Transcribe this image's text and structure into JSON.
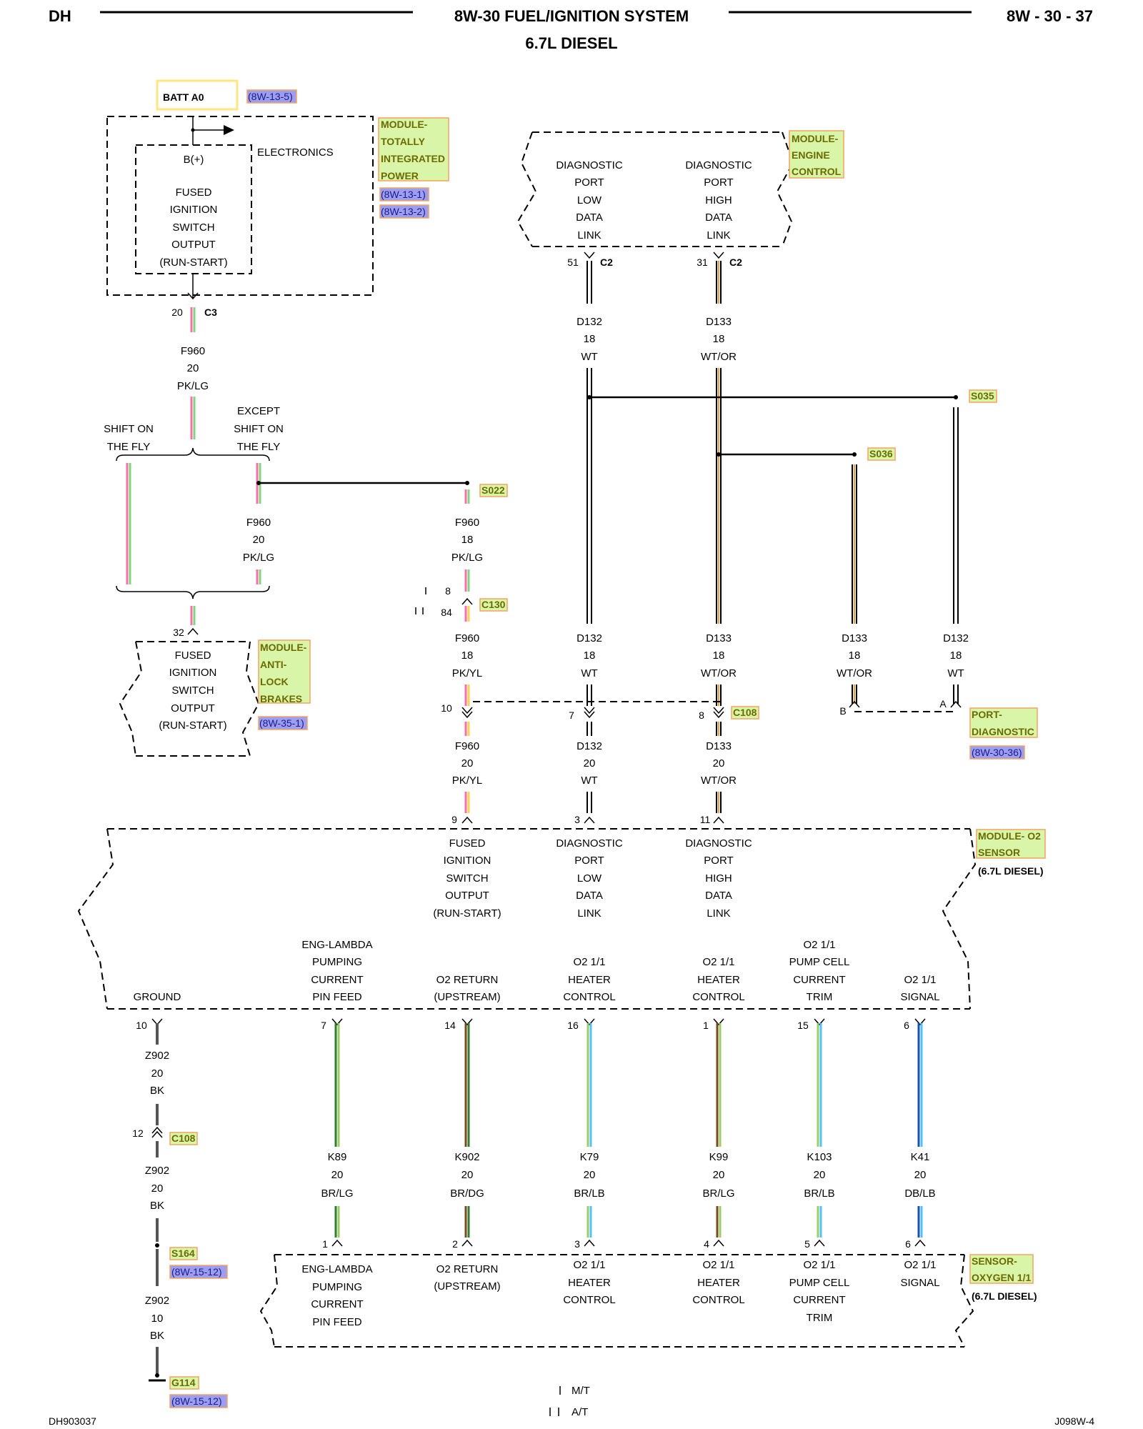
{
  "header": {
    "left": "DH",
    "title": "8W-30 FUEL/IGNITION SYSTEM",
    "subtitle": "6.7L DIESEL",
    "page": "8W - 30 - 37"
  },
  "footer": {
    "left": "DH903037",
    "right": "J098W-4"
  },
  "legend": {
    "mt": "M/T",
    "at": "A/T"
  },
  "colors": {
    "orange_box": "#f4a460",
    "green_fill": "#d9f5a8",
    "ref_fill": "#9e9ef0",
    "yellow_box": "#ffe680"
  },
  "tipm": {
    "batt": "BATT A0",
    "batt_ref": "(8W-13-5)",
    "electronics": "ELECTRONICS",
    "bplus": "B(+)",
    "fused": [
      "FUSED",
      "IGNITION",
      "SWITCH",
      "OUTPUT",
      "(RUN-START)"
    ],
    "name": [
      "MODULE-",
      "TOTALLY",
      "INTEGRATED",
      "POWER"
    ],
    "refs": [
      "(8W-13-1)",
      "(8W-13-2)"
    ],
    "pin": "20",
    "conn": "C3"
  },
  "ecm": {
    "name": [
      "MODULE-",
      "ENGINE",
      "CONTROL"
    ],
    "low": [
      "DIAGNOSTIC",
      "PORT",
      "LOW",
      "DATA",
      "LINK"
    ],
    "high": [
      "DIAGNOSTIC",
      "PORT",
      "HIGH",
      "DATA",
      "LINK"
    ],
    "pin_low": "51",
    "pin_high": "31",
    "conn": "C2"
  },
  "wires": {
    "f960_top": [
      "F960",
      "20",
      "PK/LG"
    ],
    "f960_mid": [
      "F960",
      "20",
      "PK/LG"
    ],
    "f960_18": [
      "F960",
      "18",
      "PK/LG"
    ],
    "f960_yl18": [
      "F960",
      "18",
      "PK/YL"
    ],
    "f960_yl20": [
      "F960",
      "20",
      "PK/YL"
    ],
    "d132_top": [
      "D132",
      "18",
      "WT"
    ],
    "d133_top": [
      "D133",
      "18",
      "WT/OR"
    ],
    "d132_mid": [
      "D132",
      "18",
      "WT"
    ],
    "d133_mid": [
      "D133",
      "18",
      "WT/OR"
    ],
    "d133_port": [
      "D133",
      "18",
      "WT/OR"
    ],
    "d132_port": [
      "D132",
      "18",
      "WT"
    ],
    "d132_bot": [
      "D132",
      "20",
      "WT"
    ],
    "d133_bot": [
      "D133",
      "20",
      "WT/OR"
    ],
    "z902_a": [
      "Z902",
      "20",
      "BK"
    ],
    "z902_b": [
      "Z902",
      "20",
      "BK"
    ],
    "z902_c": [
      "Z902",
      "10",
      "BK"
    ],
    "k89": [
      "K89",
      "20",
      "BR/LG"
    ],
    "k902": [
      "K902",
      "20",
      "BR/DG"
    ],
    "k79": [
      "K79",
      "20",
      "BR/LB"
    ],
    "k99": [
      "K99",
      "20",
      "BR/LG"
    ],
    "k103": [
      "K103",
      "20",
      "BR/LB"
    ],
    "k41": [
      "K41",
      "20",
      "DB/LB"
    ]
  },
  "branch": {
    "shift_on": [
      "SHIFT ON",
      "THE FLY"
    ],
    "except": [
      "EXCEPT",
      "SHIFT ON",
      "THE FLY"
    ]
  },
  "splices": {
    "s022": "S022",
    "s035": "S035",
    "s036": "S036",
    "s164": "S164",
    "g114": "G114",
    "s164_ref": "(8W-15-12)",
    "g114_ref": "(8W-15-12)"
  },
  "c130": {
    "name": "C130",
    "pin_a": "8",
    "pin_b": "84"
  },
  "c108": {
    "name": "C108",
    "pin_f960": "10",
    "pin_d132": "7",
    "pin_d133": "8",
    "pin_z902": "12"
  },
  "abs": {
    "pin": "32",
    "fused": [
      "FUSED",
      "IGNITION",
      "SWITCH",
      "OUTPUT",
      "(RUN-START)"
    ],
    "name": [
      "MODULE-",
      "ANTI-",
      "LOCK",
      "BRAKES"
    ],
    "ref": "(8W-35-1)"
  },
  "port": {
    "name": [
      "PORT-",
      "DIAGNOSTIC"
    ],
    "ref": "(8W-30-36)",
    "pin_b": "B",
    "pin_a": "A"
  },
  "o2module": {
    "name": [
      "MODULE- O2",
      "SENSOR"
    ],
    "engine": "(6.7L DIESEL)",
    "top_pins": [
      "9",
      "3",
      "11"
    ],
    "fused": [
      "FUSED",
      "IGNITION",
      "SWITCH",
      "OUTPUT",
      "(RUN-START)"
    ],
    "low": [
      "DIAGNOSTIC",
      "PORT",
      "LOW",
      "DATA",
      "LINK"
    ],
    "high": [
      "DIAGNOSTIC",
      "PORT",
      "HIGH",
      "DATA",
      "LINK"
    ],
    "ground": "GROUND",
    "eng_lambda": [
      "ENG-LAMBDA",
      "PUMPING",
      "CURRENT",
      "PIN FEED"
    ],
    "o2_return": [
      "O2 RETURN",
      "(UPSTREAM)"
    ],
    "heater1": [
      "O2 1/1",
      "HEATER",
      "CONTROL"
    ],
    "heater2": [
      "O2 1/1",
      "HEATER",
      "CONTROL"
    ],
    "pump_trim": [
      "O2 1/1",
      "PUMP CELL",
      "CURRENT",
      "TRIM"
    ],
    "signal": [
      "O2 1/1",
      "SIGNAL"
    ],
    "bottom_pins": [
      "10",
      "7",
      "14",
      "16",
      "1",
      "15",
      "6"
    ]
  },
  "sensor": {
    "name": [
      "SENSOR-",
      "OXYGEN 1/1"
    ],
    "engine": "(6.7L DIESEL)",
    "pins": [
      "1",
      "2",
      "3",
      "4",
      "5",
      "6"
    ],
    "eng_lambda": [
      "ENG-LAMBDA",
      "PUMPING",
      "CURRENT",
      "PIN FEED"
    ],
    "o2_return": [
      "O2 RETURN",
      "(UPSTREAM)"
    ],
    "heater1": [
      "O2 1/1",
      "HEATER",
      "CONTROL"
    ],
    "heater2": [
      "O2 1/1",
      "HEATER",
      "CONTROL"
    ],
    "pump_trim": [
      "O2 1/1",
      "PUMP CELL",
      "CURRENT",
      "TRIM"
    ],
    "signal": [
      "O2 1/1",
      "SIGNAL"
    ]
  }
}
